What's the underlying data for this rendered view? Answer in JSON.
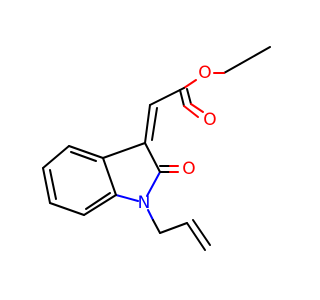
{
  "atoms": [
    {
      "id": "o-ester",
      "label": "O",
      "color": "#ff0000"
    },
    {
      "id": "o-carbonyl-ester",
      "label": "O",
      "color": "#ff0000"
    },
    {
      "id": "o-lactam",
      "label": "O",
      "color": "#ff0000"
    },
    {
      "id": "n-ring",
      "label": "N",
      "color": "#0000ff"
    }
  ]
}
